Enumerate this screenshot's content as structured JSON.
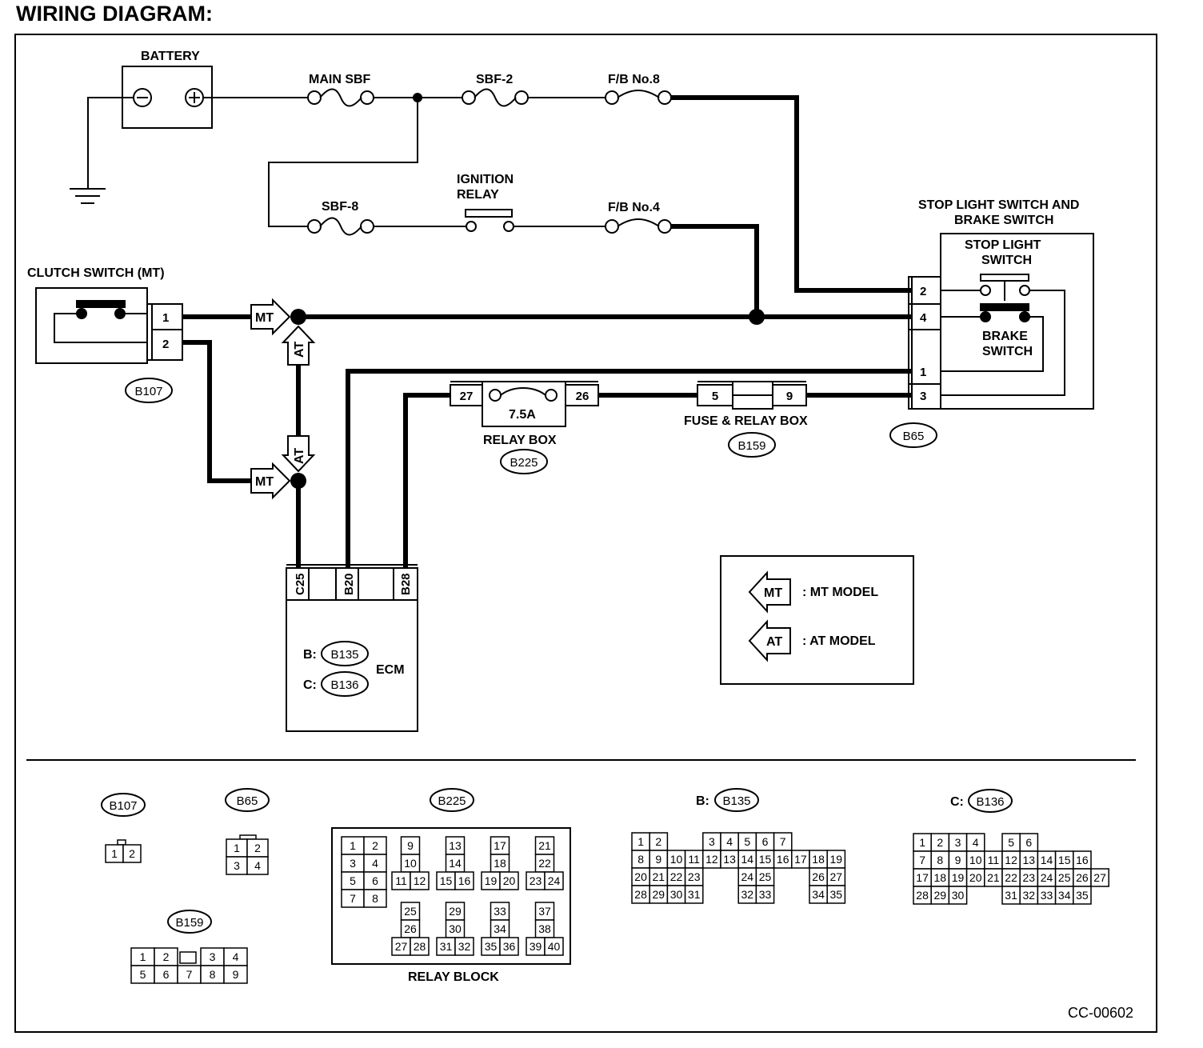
{
  "page_title": "WIRING DIAGRAM:",
  "doc_code": "CC-00602",
  "components": {
    "battery": "BATTERY",
    "main_sbf": "MAIN SBF",
    "sbf2": "SBF-2",
    "fb8": "F/B  No.8",
    "sbf8": "SBF-8",
    "ignition_relay_1": "IGNITION",
    "ignition_relay_2": "RELAY",
    "fb4": "F/B  No.4",
    "stop_light_title_1": "STOP LIGHT SWITCH AND",
    "stop_light_title_2": "BRAKE SWITCH",
    "stop_light_switch_1": "STOP LIGHT",
    "stop_light_switch_2": "SWITCH",
    "brake_switch_1": "BRAKE",
    "brake_switch_2": "SWITCH",
    "clutch_switch": "CLUTCH SWITCH (MT)",
    "relay_box": "RELAY BOX",
    "fuse_relay_box": "FUSE & RELAY BOX",
    "fuse_rating": "7.5A",
    "ecm": "ECM",
    "ecm_b_prefix": "B:",
    "ecm_c_prefix": "C:",
    "relay_block": "RELAY BLOCK"
  },
  "connectors": {
    "b107": "B107",
    "b65": "B65",
    "b225": "B225",
    "b159": "B159",
    "b135": "B135",
    "b136": "B136"
  },
  "pins": {
    "b107_1": "1",
    "b107_2": "2",
    "b65_2": "2",
    "b65_4": "4",
    "b65_1": "1",
    "b65_3": "3",
    "relay_27": "27",
    "relay_26": "26",
    "fuse_5": "5",
    "fuse_9": "9",
    "ecm_c25": "C25",
    "ecm_b20": "B20",
    "ecm_b28": "B28"
  },
  "markers": {
    "mt": "MT",
    "at": "AT"
  },
  "legend": {
    "mt_text": ": MT MODEL",
    "at_text": ": AT MODEL"
  },
  "pinouts": {
    "b107": [
      [
        "1",
        "2"
      ]
    ],
    "b65": [
      [
        "1",
        "2"
      ],
      [
        "3",
        "4"
      ]
    ],
    "b159": [
      [
        "1",
        "2",
        "",
        "3",
        "4"
      ],
      [
        "5",
        "6",
        "7",
        "8",
        "9"
      ]
    ],
    "relay_block_left": [
      [
        "1",
        "2"
      ],
      [
        "3",
        "4"
      ],
      [
        "5",
        "6"
      ],
      [
        "7",
        "8"
      ]
    ],
    "b135": [
      [
        "1",
        "2",
        "",
        "",
        "3",
        "4",
        "5",
        "6",
        "7"
      ],
      [
        "8",
        "9",
        "10",
        "11",
        "12",
        "13",
        "14",
        "15",
        "16",
        "17",
        "18",
        "19"
      ],
      [
        "20",
        "21",
        "22",
        "23",
        "",
        "",
        "24",
        "25",
        "",
        "",
        "26",
        "27"
      ],
      [
        "28",
        "29",
        "30",
        "31",
        "",
        "",
        "32",
        "33",
        "",
        "",
        "34",
        "35"
      ]
    ],
    "b136": [
      [
        "1",
        "2",
        "3",
        "4",
        "",
        "5",
        "6"
      ],
      [
        "7",
        "8",
        "9",
        "10",
        "11",
        "12",
        "13",
        "14",
        "15",
        "16"
      ],
      [
        "17",
        "18",
        "19",
        "20",
        "21",
        "22",
        "23",
        "24",
        "25",
        "26",
        "27"
      ],
      [
        "28",
        "29",
        "30",
        "",
        "",
        "31",
        "32",
        "33",
        "34",
        "35"
      ]
    ],
    "relay_groups": [
      {
        "top": [
          "9",
          "10"
        ],
        "bottom": [
          "11",
          "12"
        ]
      },
      {
        "top": [
          "13",
          "14"
        ],
        "bottom": [
          "15",
          "16"
        ]
      },
      {
        "top": [
          "17",
          "18"
        ],
        "bottom": [
          "19",
          "20"
        ]
      },
      {
        "top": [
          "21",
          "22"
        ],
        "bottom": [
          "23",
          "24"
        ]
      },
      {
        "top": [
          "25",
          "26"
        ],
        "bottom": [
          "27",
          "28"
        ]
      },
      {
        "top": [
          "29",
          "30"
        ],
        "bottom": [
          "31",
          "32"
        ]
      },
      {
        "top": [
          "33",
          "34"
        ],
        "bottom": [
          "35",
          "36"
        ]
      },
      {
        "top": [
          "37",
          "38"
        ],
        "bottom": [
          "39",
          "40"
        ]
      }
    ]
  }
}
